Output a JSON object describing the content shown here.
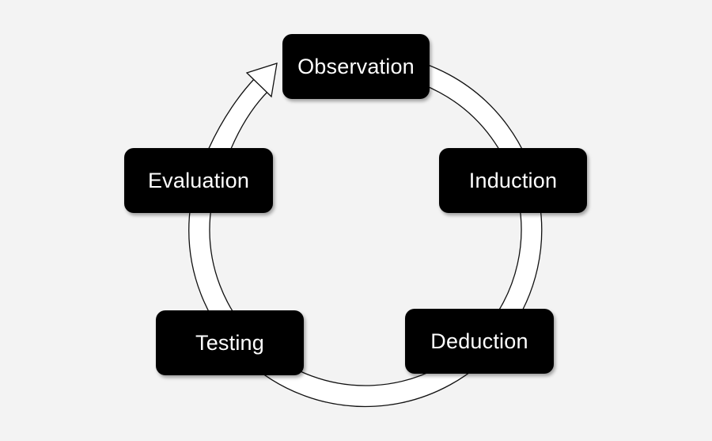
{
  "diagram": {
    "steps": [
      {
        "id": "observation",
        "label": "Observation"
      },
      {
        "id": "induction",
        "label": "Induction"
      },
      {
        "id": "deduction",
        "label": "Deduction"
      },
      {
        "id": "testing",
        "label": "Testing"
      },
      {
        "id": "evaluation",
        "label": "Evaluation"
      }
    ],
    "colors": {
      "background": "#f3f3f3",
      "node_fill": "#000000",
      "node_text": "#ffffff",
      "arrow_fill": "#ffffff",
      "arrow_stroke": "#111111"
    }
  }
}
